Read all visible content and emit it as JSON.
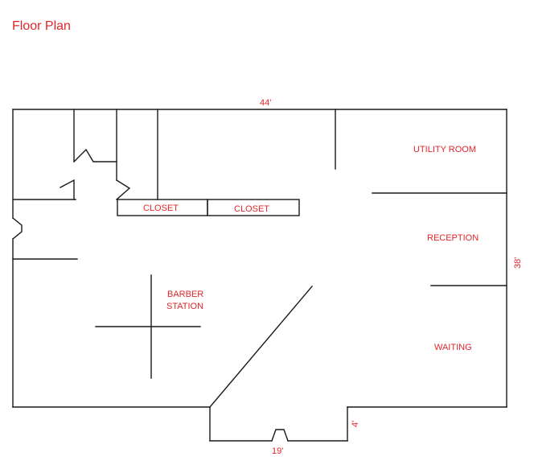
{
  "title": "Floor Plan",
  "colors": {
    "label": "#e0252b",
    "wall": "#1a1a1a",
    "background": "#ffffff"
  },
  "dimensions": {
    "width_top": "44'",
    "height_right": "38'",
    "entry_width": "19'",
    "entry_depth": "4'"
  },
  "rooms": {
    "closet_1": "CLOSET",
    "closet_2": "CLOSET",
    "utility_room": "UTILITY ROOM",
    "reception": "RECEPTION",
    "barber_station_line1": "BARBER",
    "barber_station_line2": "STATION",
    "waiting": "WAITING"
  }
}
